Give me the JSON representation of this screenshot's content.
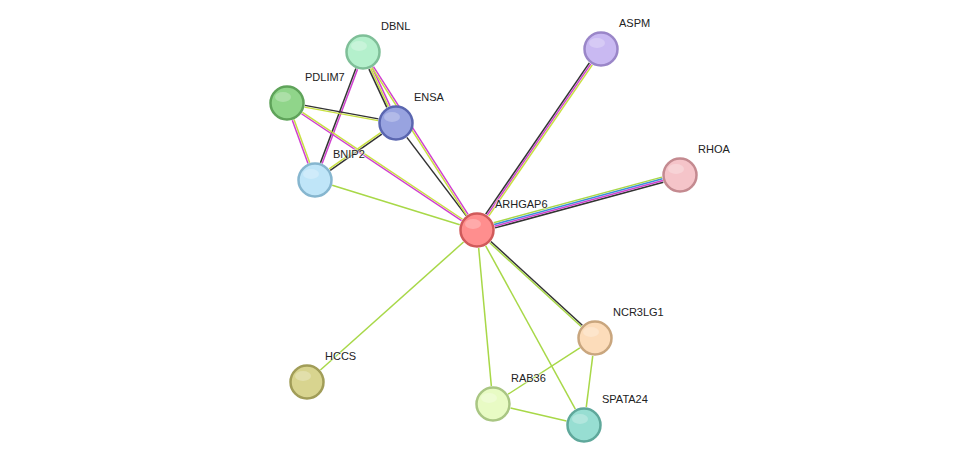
{
  "diagram": {
    "nodes": [
      {
        "text": [
          "DBNL"
        ]
      },
      {
        "text": [
          "ASPM"
        ]
      },
      {
        "text": [
          "PDLIM7"
        ]
      },
      {
        "text": [
          "ENSA"
        ]
      },
      {
        "text": [
          "RHOA"
        ]
      },
      {
        "text": [
          "BNIP2"
        ]
      },
      {
        "text": [
          "ARHGAP6"
        ]
      },
      {
        "text": [
          "NCR3LG1"
        ]
      },
      {
        "text": [
          "HCCS"
        ]
      },
      {
        "text": [
          "RAB36"
        ]
      },
      {
        "text": [
          "SPATA24"
        ]
      }
    ],
    "edges": [
      {
        "from": 0,
        "to": 3,
        "arrow": "none"
      },
      {
        "from": 0,
        "to": 5,
        "arrow": "none"
      },
      {
        "from": 2,
        "to": 3,
        "arrow": "none"
      },
      {
        "from": 2,
        "to": 5,
        "arrow": "none"
      },
      {
        "from": 2,
        "to": 6,
        "arrow": "none"
      },
      {
        "from": 3,
        "to": 5,
        "arrow": "none"
      },
      {
        "from": 3,
        "to": 6,
        "arrow": "none"
      },
      {
        "from": 0,
        "to": 6,
        "arrow": "none"
      },
      {
        "from": 5,
        "to": 6,
        "arrow": "none"
      },
      {
        "from": 1,
        "to": 6,
        "arrow": "none"
      },
      {
        "from": 4,
        "to": 6,
        "arrow": "none"
      },
      {
        "from": 6,
        "to": 7,
        "arrow": "none"
      },
      {
        "from": 6,
        "to": 8,
        "arrow": "none"
      },
      {
        "from": 6,
        "to": 9,
        "arrow": "none"
      },
      {
        "from": 6,
        "to": 10,
        "arrow": "none"
      },
      {
        "from": 7,
        "to": 9,
        "arrow": "none"
      },
      {
        "from": 7,
        "to": 10,
        "arrow": "none"
      },
      {
        "from": 9,
        "to": 10,
        "arrow": "none"
      }
    ]
  }
}
